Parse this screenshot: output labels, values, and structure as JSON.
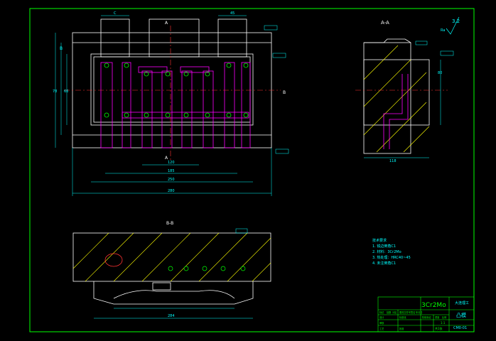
{
  "views": {
    "section_aa": {
      "label": "A-A"
    },
    "section_bb": {
      "label": "B-B"
    },
    "section_arrow_a": "A",
    "section_arrow_b": "B"
  },
  "surface_finish": {
    "value": "3.2",
    "prefix": "Ra"
  },
  "notes": {
    "title": "技术要求",
    "items": [
      "1. 锐边倒角C1",
      "2. 材料：3Cr2Mo",
      "3. 热处理：HRC40~45",
      "4. 未注倒角C1"
    ]
  },
  "title_block": {
    "material": "3Cr2Mo",
    "company": "大连理工",
    "part_name": "凸模",
    "drawing_no": "CM0-01",
    "scale": "1:1",
    "sheet": "共1张",
    "header_cells": [
      "标记",
      "处数",
      "分区",
      "更改文件号",
      "签名",
      "年月日"
    ],
    "row_cells": [
      "设计",
      "标准化",
      "审核",
      "工艺",
      "批准"
    ],
    "stage_cells": [
      "阶段标记",
      "重量",
      "比例"
    ]
  },
  "dim_labels": {
    "top_left": "C",
    "top_right": "45",
    "left_dim_1": "B",
    "left_dim_2": "78",
    "left_dim_3": "66",
    "bottom_1": "120",
    "bottom_2": "185",
    "bottom_3": "250",
    "bottom_4": "280",
    "aa_width": "118",
    "aa_height": "80",
    "bb_width": "284"
  },
  "colors": {
    "outline": "#ffffff",
    "hatch": "#ffff00",
    "center": "#ff3333",
    "dimension": "#00ffff",
    "cooling": "#ff00ff",
    "border": "#00ff00",
    "table": "#00ff00",
    "text_green": "#00ff00",
    "text_cyan": "#00ffff"
  }
}
